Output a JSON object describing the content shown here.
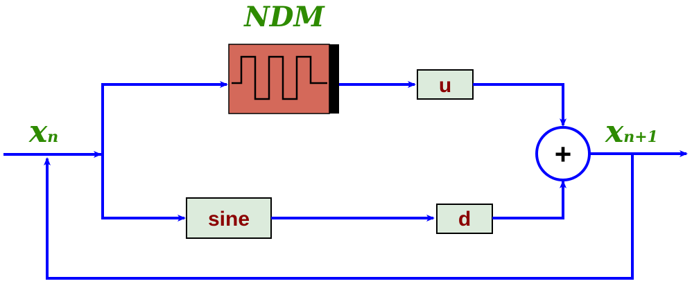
{
  "diagram": {
    "ndm_title": "NDM",
    "input_label_main": "x",
    "input_label_sub": "n",
    "output_label_main": "x",
    "output_label_sub": "n+1",
    "block_u_label": "u",
    "block_sine_label": "sine",
    "block_d_label": "d",
    "summer_symbol": "+"
  },
  "colors": {
    "wire": "#0000ff",
    "label_green": "#2e8b00",
    "block_fill": "#dcebdc",
    "block_text": "#8b0000",
    "ndm_fill": "#d4695a",
    "ndm_bar": "#000000"
  }
}
